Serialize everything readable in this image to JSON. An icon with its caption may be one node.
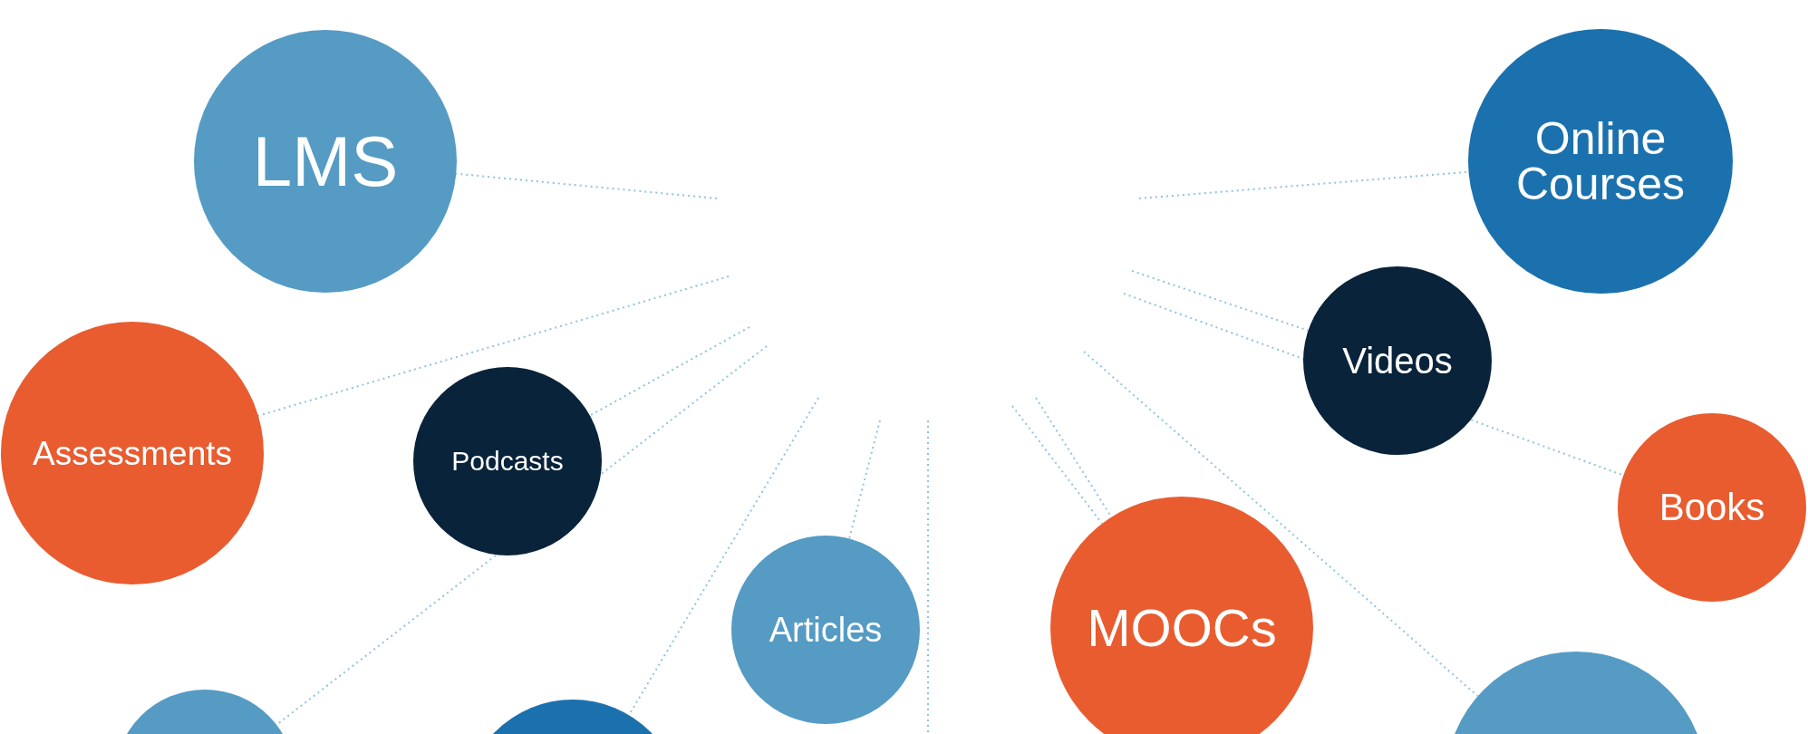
{
  "diagram": {
    "nodes": [
      {
        "text": [
          "LMS"
        ]
      },
      {
        "text": [
          "Online Courses"
        ]
      },
      {
        "text": [
          "Videos"
        ]
      },
      {
        "text": [
          "Assessments"
        ]
      },
      {
        "text": [
          "Podcasts"
        ]
      },
      {
        "text": [
          "Books"
        ]
      },
      {
        "text": [
          "Articles"
        ]
      },
      {
        "text": [
          "MOOCs"
        ]
      },
      {
        "text": [],
        "shape": "circle"
      },
      {
        "text": [],
        "shape": "circle"
      },
      {
        "text": [],
        "shape": "circle"
      }
    ],
    "edges": [
      {
        "from": null,
        "to": 0,
        "arrow": "none",
        "style": "dashed"
      },
      {
        "from": null,
        "to": 3,
        "arrow": "none",
        "style": "dashed"
      },
      {
        "from": null,
        "to": 4,
        "arrow": "none",
        "style": "dashed"
      },
      {
        "from": null,
        "to": 8,
        "arrow": "none",
        "style": "dashed"
      },
      {
        "from": null,
        "to": 9,
        "arrow": "none",
        "style": "dashed"
      },
      {
        "from": null,
        "to": 6,
        "arrow": "none",
        "style": "dashed"
      },
      {
        "from": null,
        "to": 7,
        "arrow": "none",
        "style": "dashed"
      },
      {
        "from": null,
        "to": 7,
        "arrow": "none",
        "style": "dashed"
      },
      {
        "from": null,
        "to": 10,
        "arrow": "none",
        "style": "dashed"
      },
      {
        "from": null,
        "to": 5,
        "arrow": "none",
        "style": "dashed"
      },
      {
        "from": null,
        "to": 2,
        "arrow": "none",
        "style": "dashed"
      },
      {
        "from": null,
        "to": 1,
        "arrow": "none",
        "style": "dashed"
      }
    ]
  }
}
